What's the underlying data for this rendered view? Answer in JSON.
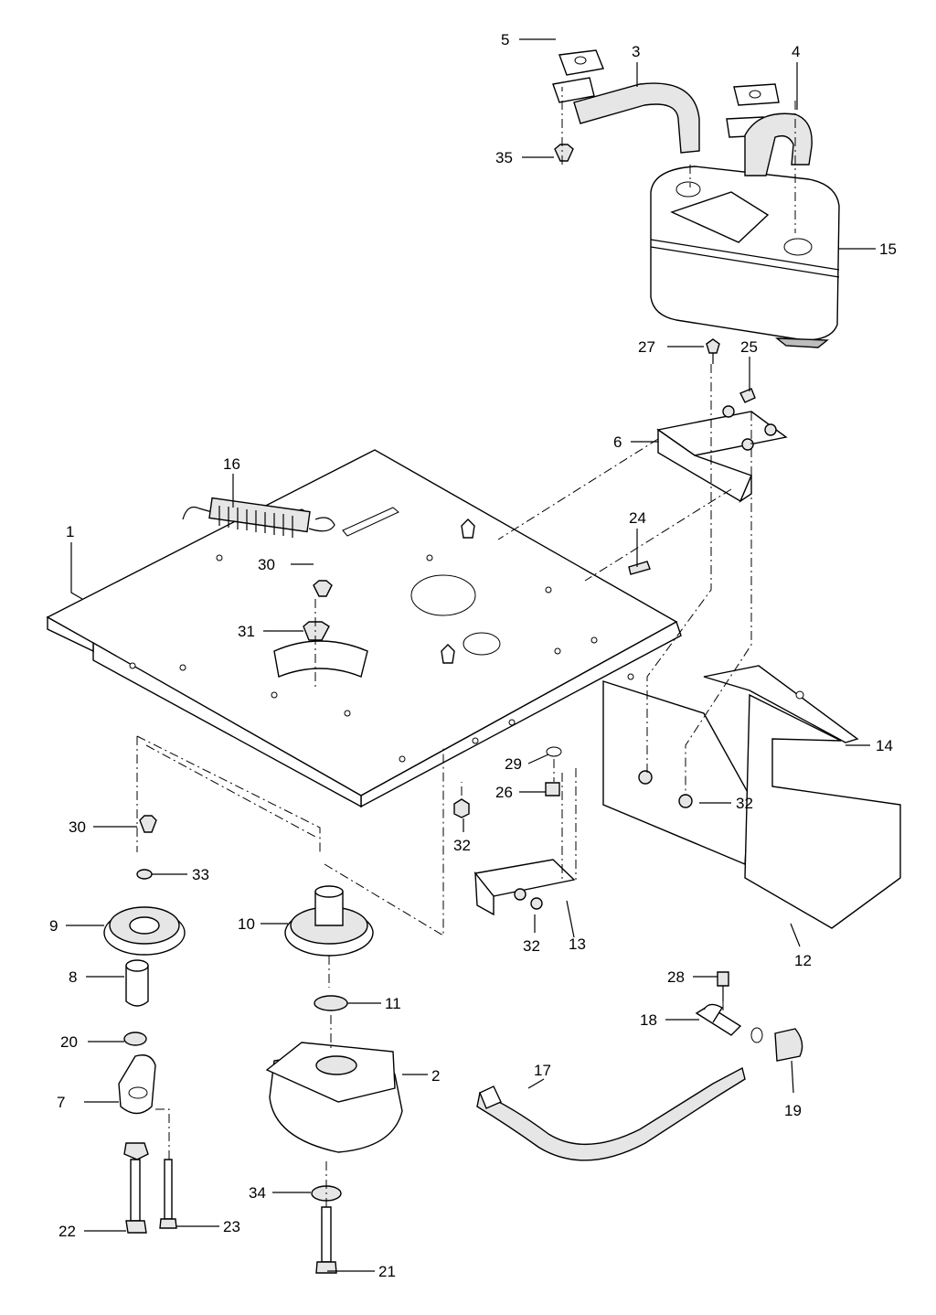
{
  "callouts": [
    {
      "id": "c1",
      "label": "1"
    },
    {
      "id": "c2",
      "label": "2"
    },
    {
      "id": "c3",
      "label": "3"
    },
    {
      "id": "c4",
      "label": "4"
    },
    {
      "id": "c5",
      "label": "5"
    },
    {
      "id": "c6",
      "label": "6"
    },
    {
      "id": "c7",
      "label": "7"
    },
    {
      "id": "c8",
      "label": "8"
    },
    {
      "id": "c9",
      "label": "9"
    },
    {
      "id": "c10",
      "label": "10"
    },
    {
      "id": "c11",
      "label": "11"
    },
    {
      "id": "c12",
      "label": "12"
    },
    {
      "id": "c13",
      "label": "13"
    },
    {
      "id": "c14",
      "label": "14"
    },
    {
      "id": "c15",
      "label": "15"
    },
    {
      "id": "c16",
      "label": "16"
    },
    {
      "id": "c17",
      "label": "17"
    },
    {
      "id": "c18",
      "label": "18"
    },
    {
      "id": "c19",
      "label": "19"
    },
    {
      "id": "c20",
      "label": "20"
    },
    {
      "id": "c21",
      "label": "21"
    },
    {
      "id": "c22",
      "label": "22"
    },
    {
      "id": "c23",
      "label": "23"
    },
    {
      "id": "c24",
      "label": "24"
    },
    {
      "id": "c25",
      "label": "25"
    },
    {
      "id": "c26",
      "label": "26"
    },
    {
      "id": "c27",
      "label": "27"
    },
    {
      "id": "c28",
      "label": "28"
    },
    {
      "id": "c29",
      "label": "29"
    },
    {
      "id": "c30a",
      "label": "30"
    },
    {
      "id": "c30b",
      "label": "30"
    },
    {
      "id": "c31",
      "label": "31"
    },
    {
      "id": "c32a",
      "label": "32"
    },
    {
      "id": "c32b",
      "label": "32"
    },
    {
      "id": "c32c",
      "label": "32"
    },
    {
      "id": "c33",
      "label": "33"
    },
    {
      "id": "c34",
      "label": "34"
    },
    {
      "id": "c35",
      "label": "35"
    }
  ]
}
